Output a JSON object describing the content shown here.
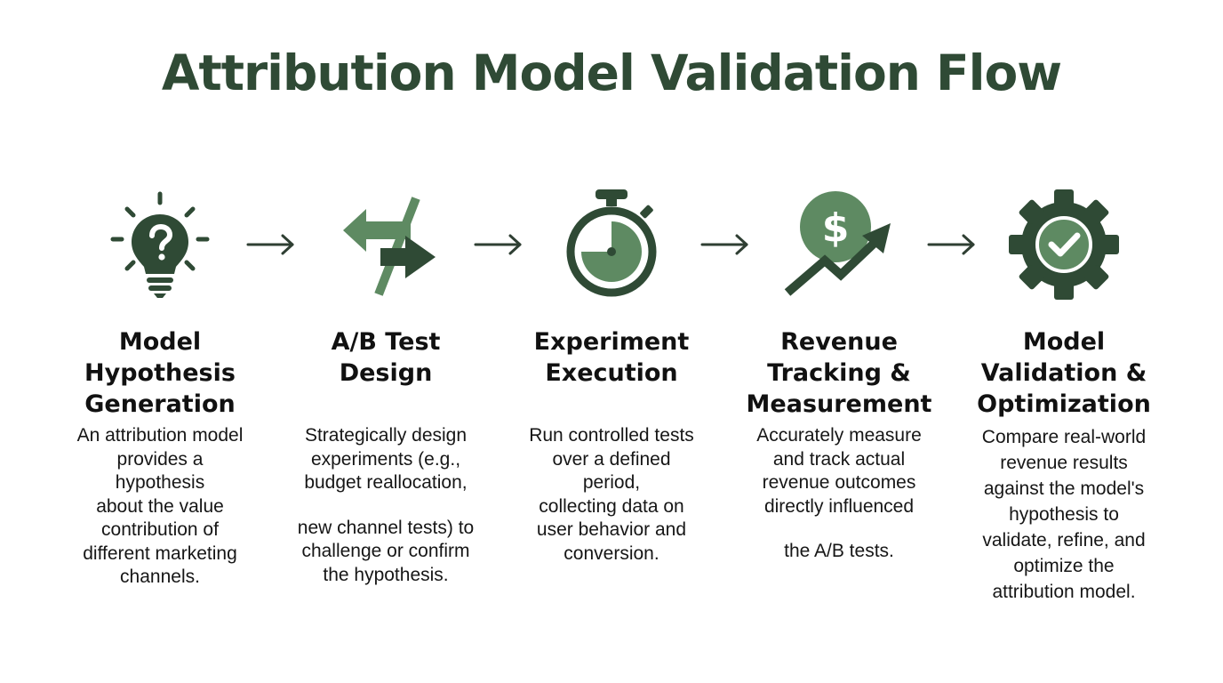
{
  "title": "Attribution Model Validation Flow",
  "colors": {
    "dark": "#2f4a35",
    "medium": "#5e8a62",
    "arrow": "#2f3f33"
  },
  "steps": [
    {
      "icon": "lightbulb-question-icon",
      "title_lines": [
        "Model",
        "Hypothesis",
        "Generation"
      ],
      "desc_lines": [
        "An attribution model",
        "provides a",
        "hypothesis",
        "about the value",
        "contribution of",
        "different marketing",
        "channels."
      ]
    },
    {
      "icon": "ab-test-arrows-icon",
      "title_lines": [
        "A/B Test",
        "Design"
      ],
      "desc_lines": [
        "Strategically design",
        "experiments (e.g.,",
        "budget reallocation,",
        "new channel tests) to",
        "challenge or confirm",
        "the hypothesis."
      ]
    },
    {
      "icon": "stopwatch-icon",
      "title_lines": [
        "Experiment",
        "Execution"
      ],
      "desc_lines": [
        "Run controlled tests",
        "over a defined",
        "period,",
        "collecting data on",
        "user behavior and",
        "conversion."
      ]
    },
    {
      "icon": "revenue-growth-icon",
      "title_lines": [
        "Revenue",
        "Tracking &",
        "Measurement"
      ],
      "desc_lines": [
        "Accurately measure",
        "and track actual",
        "revenue outcomes",
        "directly influenced",
        "the A/B tests."
      ]
    },
    {
      "icon": "gear-check-icon",
      "title_lines": [
        "Model",
        "Validation &",
        "Optimization"
      ],
      "desc_lines": [
        "Compare real-world",
        "revenue results",
        "against the model's",
        "hypothesis to",
        "validate, refine, and",
        "optimize the",
        "attribution model."
      ]
    }
  ]
}
